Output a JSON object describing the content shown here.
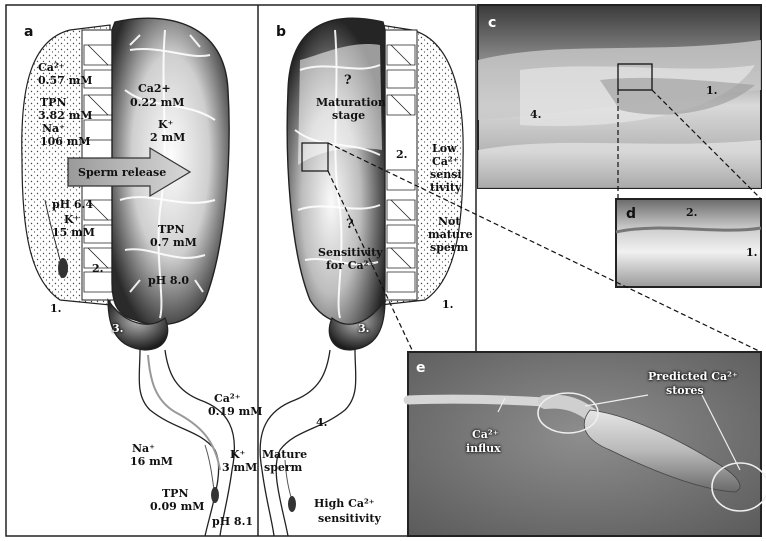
{
  "panels": {
    "a": {
      "letter": "a",
      "labels": {
        "ca_top_l1": "Ca²⁺",
        "ca_top_l2": "0.57 mM",
        "tpn_top_l1": "TPN",
        "tpn_top_l2": "3.82 mM",
        "na_top_l1": "Na⁺",
        "na_top_l2": "106 mM",
        "ca_mid_l1": "Ca2+",
        "ca_mid_l2": "0.22 mM",
        "k_mid_l1": "K⁺",
        "k_mid_l2": "2 mM",
        "sperm_release": "Sperm release",
        "ph_left": "pH 6.4",
        "k_left_l1": "K⁺",
        "k_left_l2": "15 mM",
        "tpn_mid_l1": "TPN",
        "tpn_mid_l2": "0.7 mM",
        "ph_mid": "pH 8.0",
        "num1": "1.",
        "num2": "2.",
        "num3": "3.",
        "ca_bottom_l1": "Ca²⁺",
        "ca_bottom_l2": "0.19 mM",
        "na_bottom_l1": "Na⁺",
        "na_bottom_l2": "16 mM",
        "k_bottom_l1": "K⁺",
        "k_bottom_l2": "3 mM",
        "tpn_bottom_l1": "TPN",
        "tpn_bottom_l2": "0.09 mM",
        "ph_bottom": "pH 8.1"
      }
    },
    "b": {
      "letter": "b",
      "labels": {
        "q1": "?",
        "maturation_l1": "Maturation",
        "maturation_l2": "stage",
        "num2": "2.",
        "low_l1": "Low",
        "low_l2": "Ca²⁺",
        "low_l3": "sensi",
        "low_l4": "tivity",
        "not_l1": "Not",
        "not_l2": "mature",
        "not_l3": "sperm",
        "q2": "?",
        "sens_l1": "Sensitivity",
        "sens_l2": "for Ca²⁺",
        "num1": "1.",
        "num3": "3.",
        "num4": "4.",
        "mature_l1": "Mature",
        "mature_l2": "sperm",
        "high_l1": "High Ca²⁺",
        "high_l2": "sensitivity"
      }
    },
    "c": {
      "letter": "c",
      "num4": "4.",
      "num1": "1."
    },
    "d": {
      "letter": "d",
      "num2": "2.",
      "num1": "1."
    },
    "e": {
      "letter": "e",
      "predicted_l1": "Predicted Ca²⁺",
      "predicted_l2": "stores",
      "influx_l1": "Ca²⁺",
      "influx_l2": "influx"
    }
  },
  "colors": {
    "outline": "#1a1a1a",
    "photo_dark": "#2a2a2a",
    "sem_bg": "#7a7a7a"
  }
}
